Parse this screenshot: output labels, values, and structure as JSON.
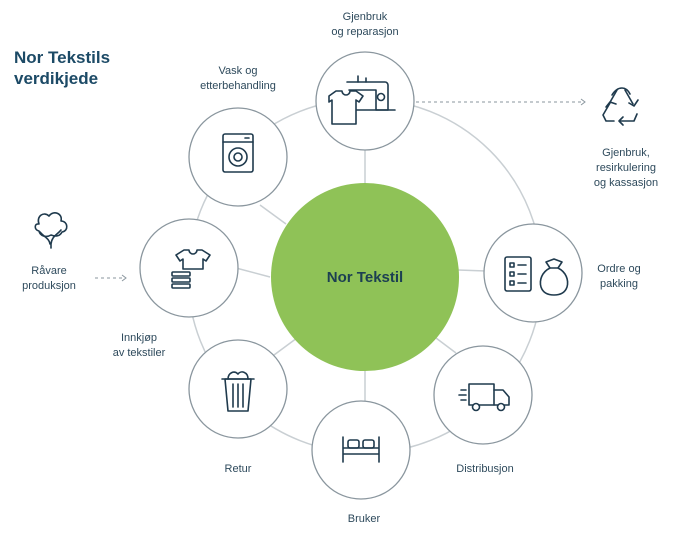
{
  "title": {
    "line1": "Nor Tekstils",
    "line2": "verdikjede"
  },
  "center": {
    "label": "Nor Tekstil",
    "color": "#8fc257"
  },
  "colors": {
    "ring": "#c9cfd3",
    "node_border": "#8a969e",
    "icon": "#1f3a4d",
    "text": "#2e4a5c",
    "title": "#1c4a66"
  },
  "nodes": [
    {
      "id": "reuse",
      "icon": "sewing-machine-tshirt-icon",
      "label": [
        "Gjenbruk",
        "og reparasjon"
      ]
    },
    {
      "id": "order",
      "icon": "checklist-sack-icon",
      "label": [
        "Ordre og",
        "pakking"
      ]
    },
    {
      "id": "distribution",
      "icon": "delivery-truck-icon",
      "label": [
        "Distribusjon"
      ]
    },
    {
      "id": "user",
      "icon": "bed-icon",
      "label": [
        "Bruker"
      ]
    },
    {
      "id": "return",
      "icon": "laundry-basket-icon",
      "label": [
        "Retur"
      ]
    },
    {
      "id": "purchase",
      "icon": "tshirt-stack-icon",
      "label": [
        "Innkjøp",
        "av tekstiler"
      ]
    },
    {
      "id": "wash",
      "icon": "washing-machine-icon",
      "label": [
        "Vask og",
        "etterbehandling"
      ]
    }
  ],
  "external": {
    "raw": {
      "icon": "cotton-flower-icon",
      "label": [
        "Råvare",
        "produksjon"
      ]
    },
    "recycle": {
      "icon": "recycle-icon",
      "label": [
        "Gjenbruk,",
        "resirkulering",
        "og kassasjon"
      ]
    }
  }
}
